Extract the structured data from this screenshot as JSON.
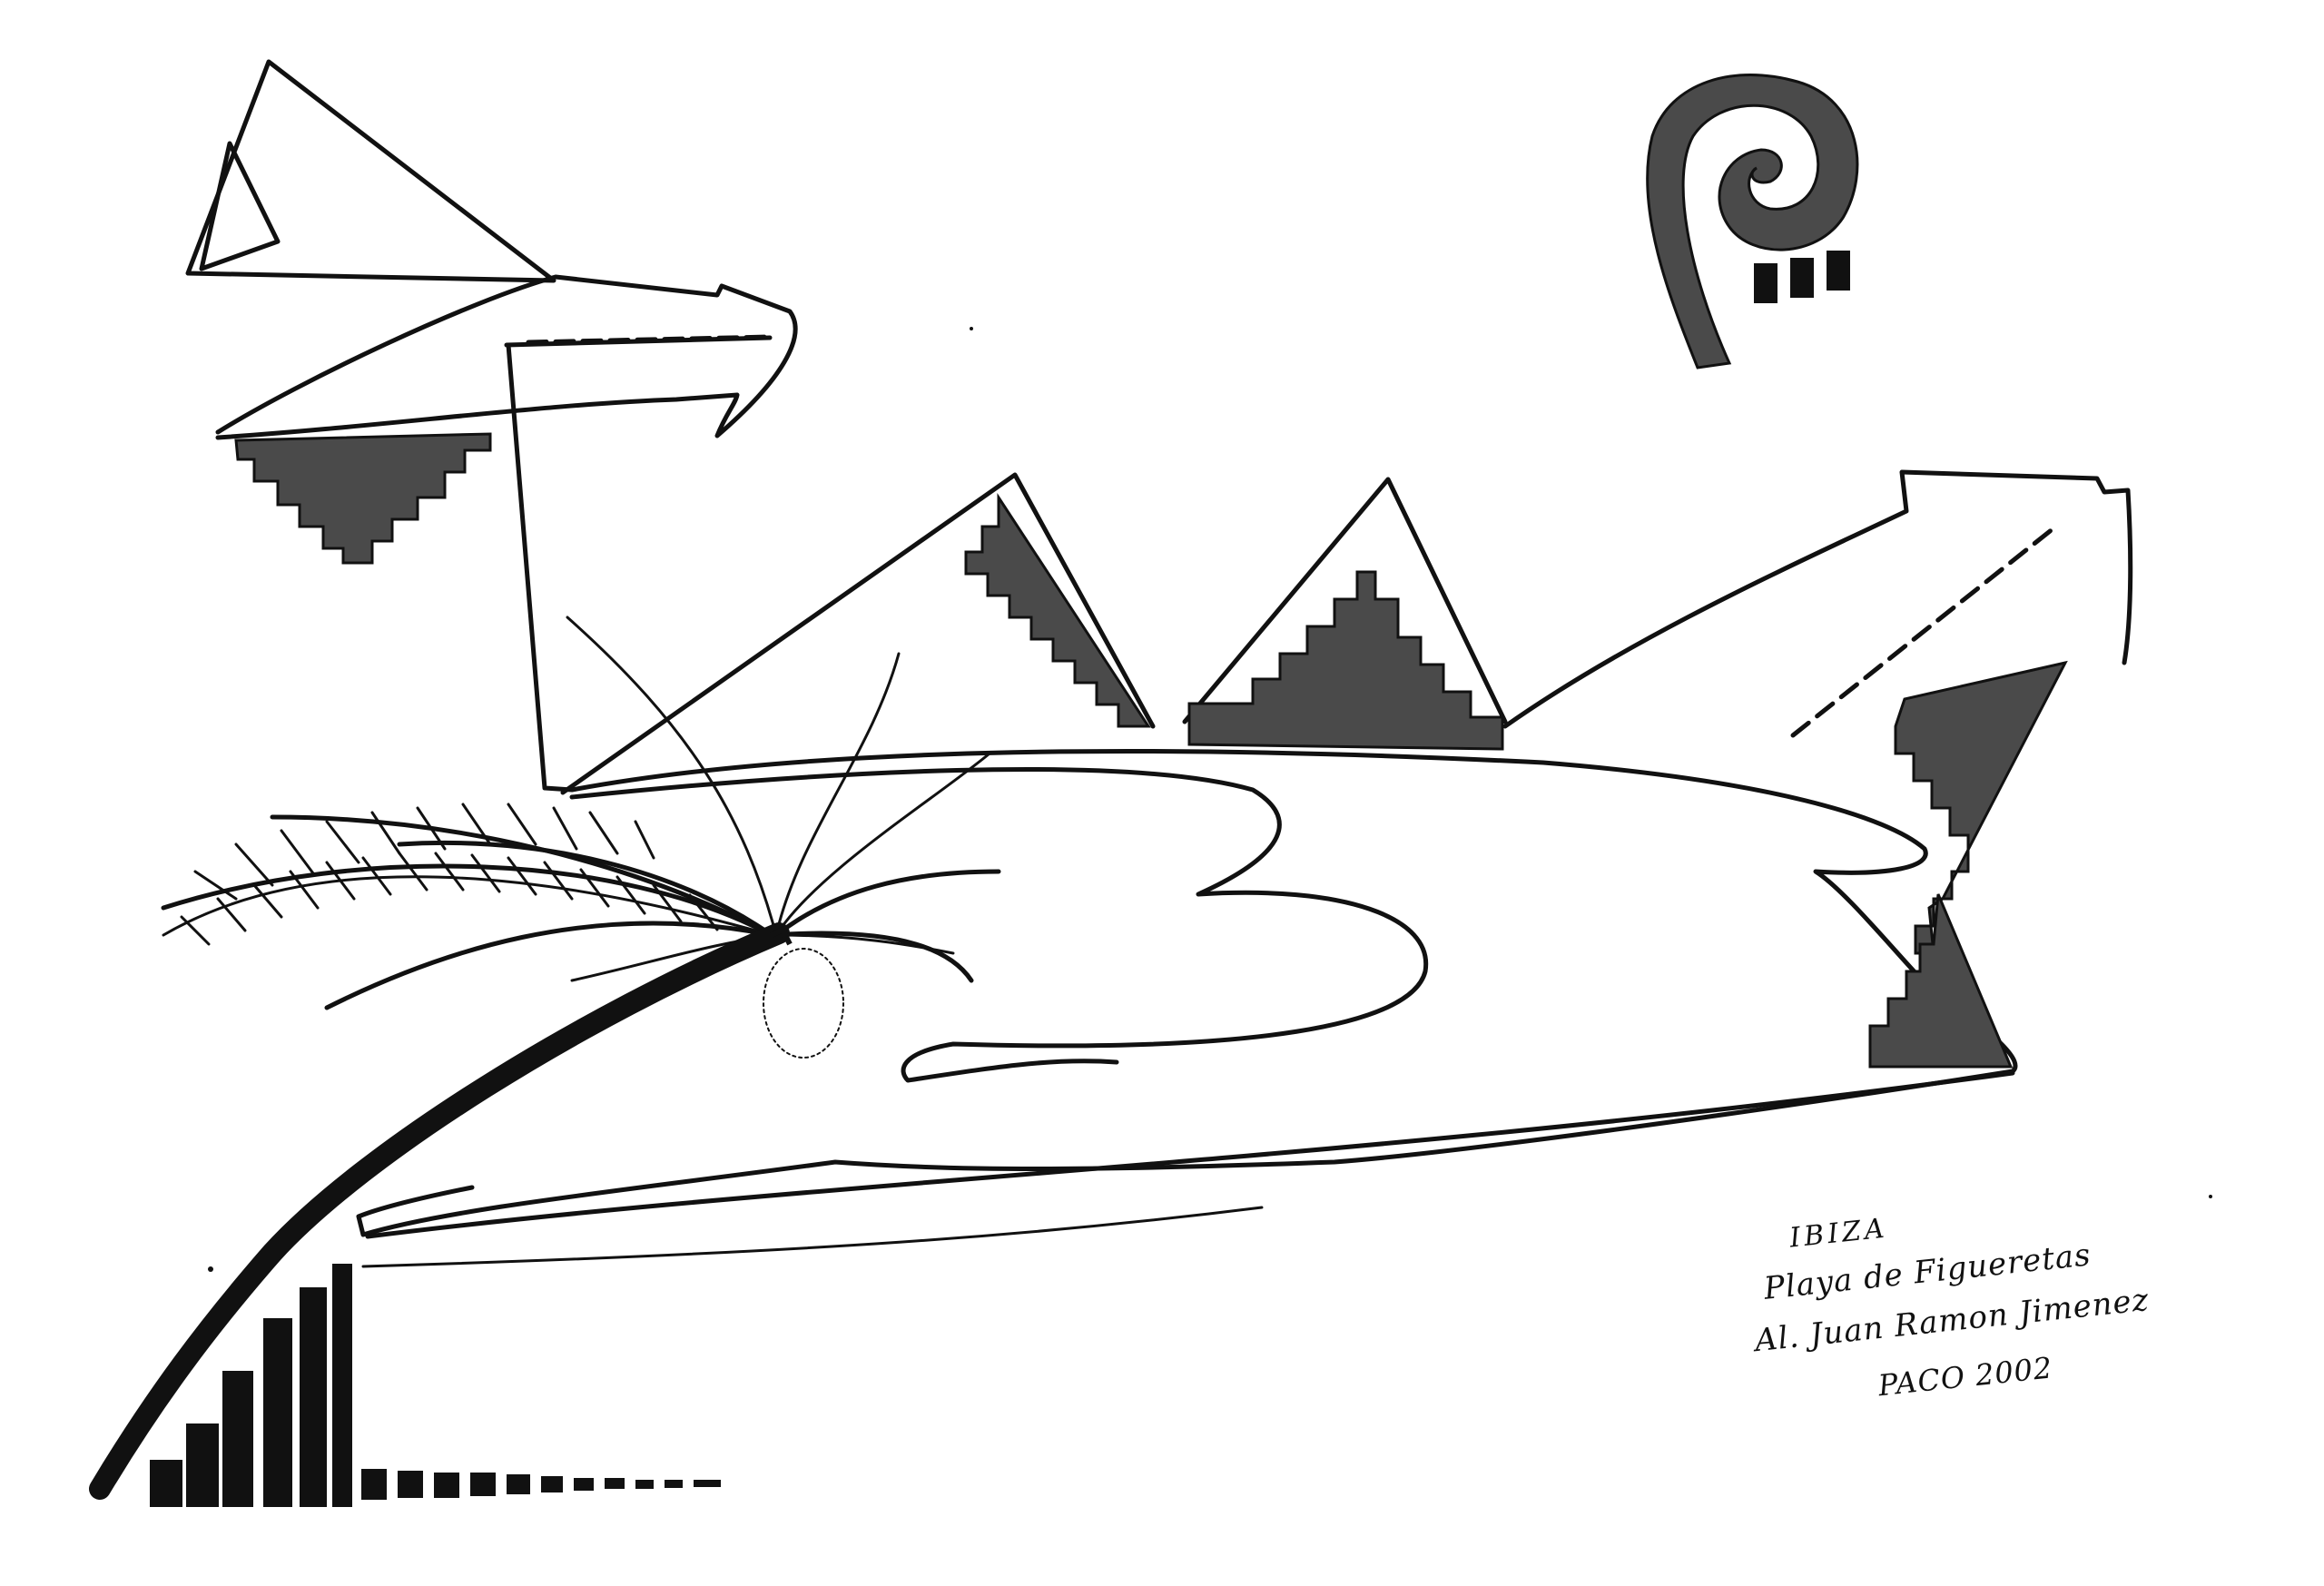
{
  "colors": {
    "ink": "#111111",
    "wash": "#4a4a4a",
    "paper": "#ffffff"
  },
  "inscription": {
    "line1": "IBIZA",
    "line2": "Playa de Figueretas",
    "line3": "Al. Juan Ramon Jimenez",
    "line4": "PACO 2002"
  }
}
